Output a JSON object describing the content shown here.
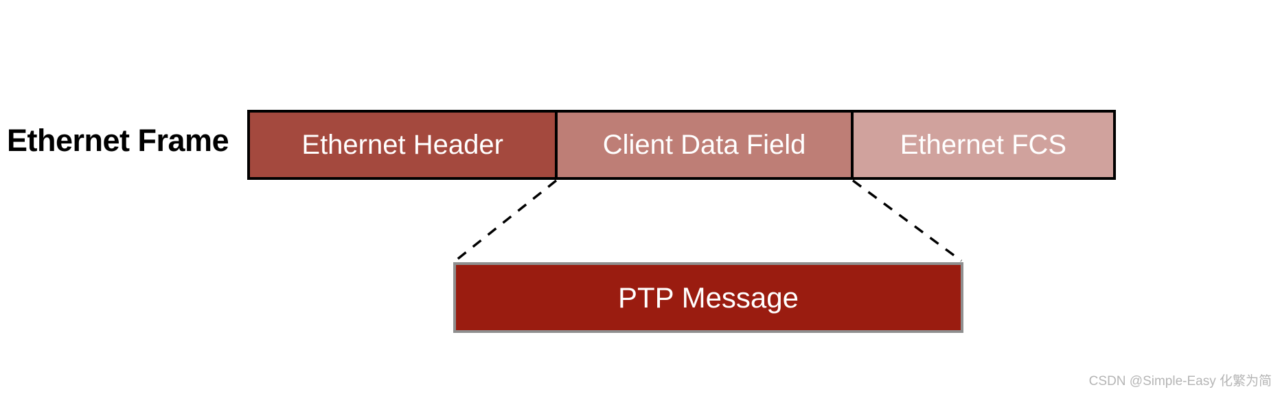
{
  "title": {
    "label": "Ethernet Frame"
  },
  "frame": {
    "segments": [
      {
        "id": "ethernet-header",
        "label": "Ethernet Header"
      },
      {
        "id": "client-data-field",
        "label": "Client Data Field"
      },
      {
        "id": "ethernet-fcs",
        "label": "Ethernet FCS"
      }
    ]
  },
  "ptp": {
    "label": "PTP Message"
  },
  "watermark": {
    "text": "CSDN @Simple-Easy 化繁为简"
  },
  "colors": {
    "header_fill": "#A4493E",
    "client_fill": "#BE7E76",
    "fcs_fill": "#D0A29D",
    "ptp_fill": "#9A1C10",
    "ptp_border": "#8F8F8F",
    "frame_border": "#000000",
    "label_text": "#FFFFFF",
    "title_text": "#000000",
    "dashed_line": "#000000",
    "watermark_text": "#B5B5B5"
  }
}
